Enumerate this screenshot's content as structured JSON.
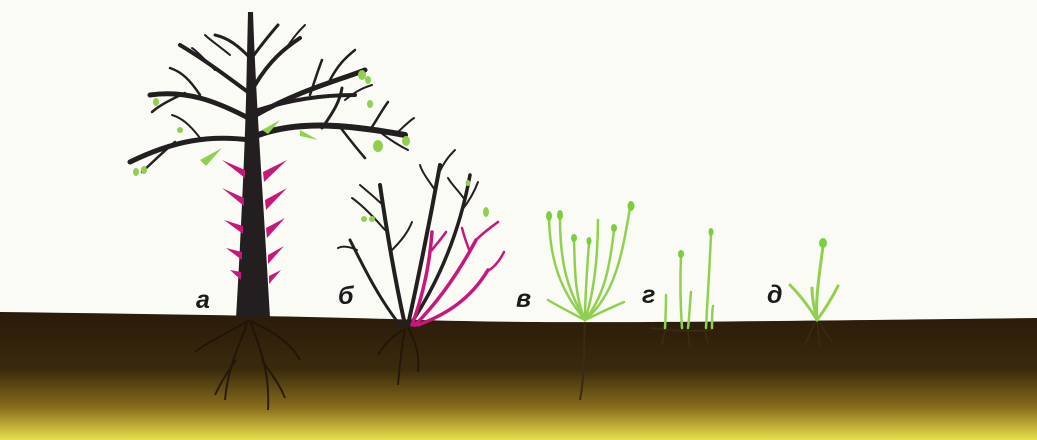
{
  "labels": {
    "a": "а",
    "b": "б",
    "v": "в",
    "g": "г",
    "d": "д"
  },
  "colors": {
    "background": "#fbfbf6",
    "soil_top": "#2a1a0a",
    "soil_bottom": "#e8e04a",
    "wood": "#231f20",
    "shoot_magenta": "#c8177a",
    "leaf_green": "#8fd14f",
    "bud_green": "#7ccf3c",
    "label": "#1a1a1a"
  }
}
